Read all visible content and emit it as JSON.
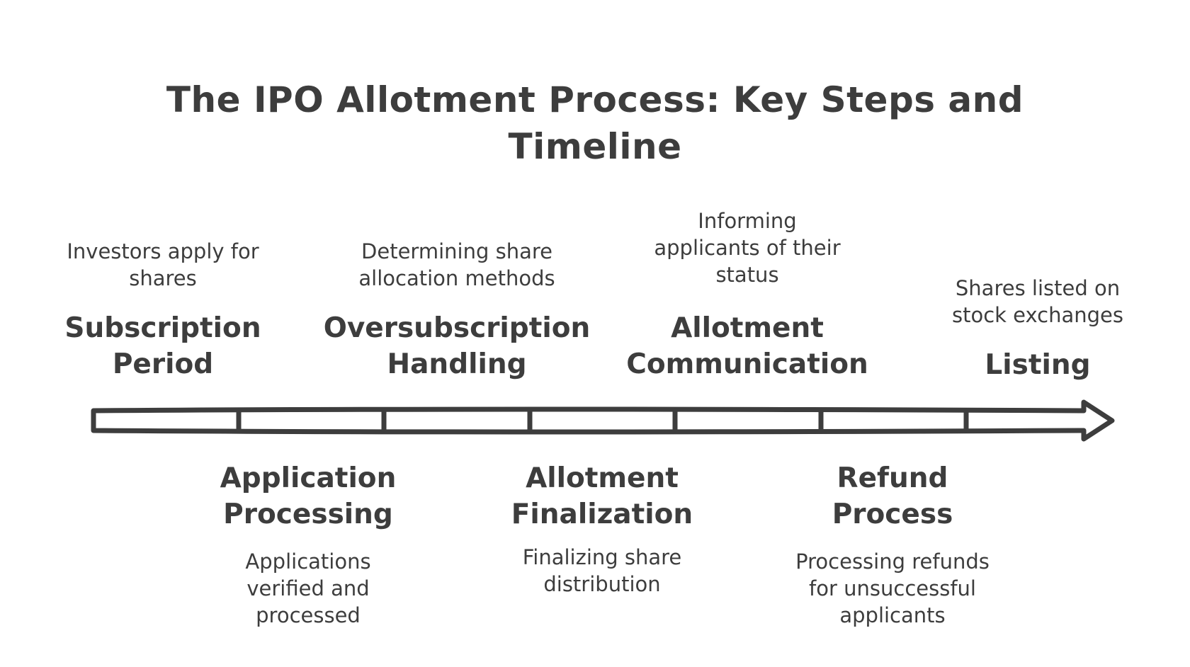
{
  "title": "The IPO Allotment Process: Key Steps and\nTimeline",
  "colors": {
    "ink": "#3d3d3d",
    "background": "#ffffff"
  },
  "steps": [
    {
      "title": "Subscription\nPeriod",
      "description": "Investors apply for\nshares",
      "position": "above"
    },
    {
      "title": "Application\nProcessing",
      "description": "Applications\nverified and\nprocessed",
      "position": "below"
    },
    {
      "title": "Oversubscription\nHandling",
      "description": "Determining share\nallocation methods",
      "position": "above"
    },
    {
      "title": "Allotment\nFinalization",
      "description": "Finalizing share\ndistribution",
      "position": "below"
    },
    {
      "title": "Allotment\nCommunication",
      "description": "Informing\napplicants of their\nstatus",
      "position": "above"
    },
    {
      "title": "Refund\nProcess",
      "description": "Processing refunds\nfor unsuccessful\napplicants",
      "position": "below"
    },
    {
      "title": "Listing",
      "description": "Shares listed on\nstock exchanges",
      "position": "above"
    }
  ]
}
